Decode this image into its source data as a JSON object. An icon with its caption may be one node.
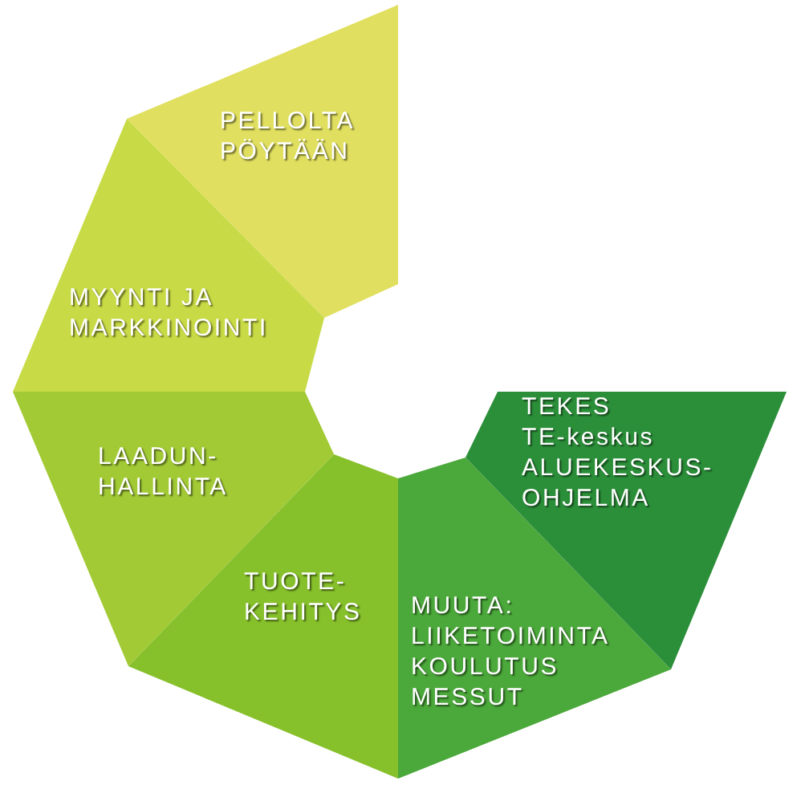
{
  "diagram": {
    "nodes": [
      {
        "text": [
          "PELLOLTA PÖYTÄÄN"
        ]
      },
      {
        "text": [
          "MYYNTI JA MARKKINOINTI"
        ]
      },
      {
        "text": [
          "LAADUN-HALLINTA"
        ]
      },
      {
        "text": [
          "TUOTE-KEHITYS"
        ]
      },
      {
        "text": [
          "MUUTA:",
          "LIIKETOIMINTA",
          "KOULUTUS",
          "MESSUT"
        ]
      },
      {
        "text": [
          "TEKES",
          "TE-keskus",
          "ALUEKESKUS-OHJELMA"
        ]
      }
    ]
  }
}
